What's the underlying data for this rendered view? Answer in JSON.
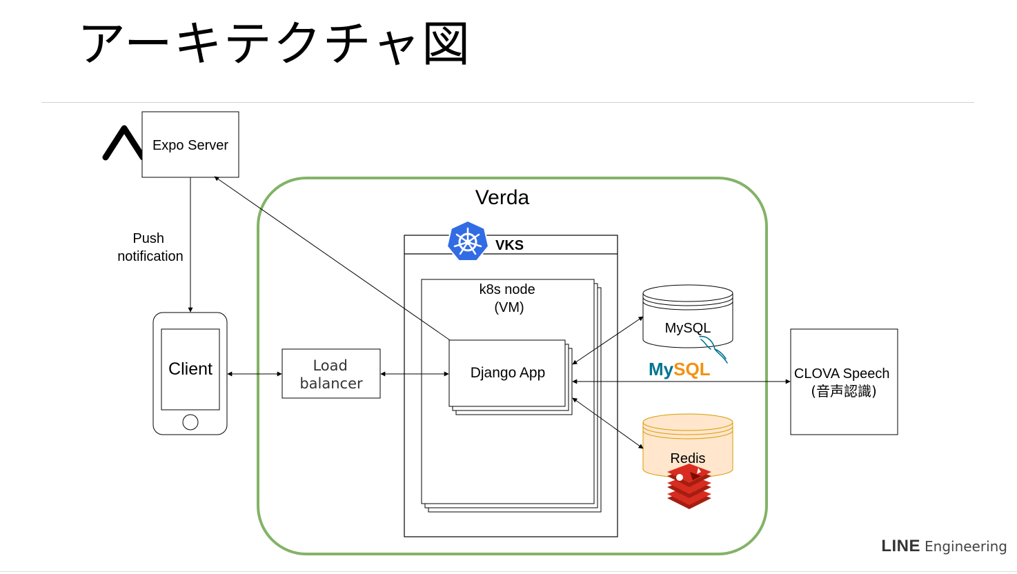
{
  "slide": {
    "title": "アーキテクチャ図"
  },
  "diagram": {
    "expo_server": "Expo Server",
    "push_label": [
      "Push",
      "notification"
    ],
    "client": "Client",
    "verda": "Verda",
    "vks": "VKS",
    "load_balancer": [
      "Load",
      "balancer"
    ],
    "k8s_node": [
      "k8s node",
      "(VM)"
    ],
    "django_app": "Django App",
    "mysql": "MySQL",
    "mysql_logo": "MySQL",
    "redis": "Redis",
    "clova": [
      "CLOVA Speech",
      "(音声認識)"
    ]
  },
  "colors": {
    "verda_border": "#82b366",
    "k8s_blue": "#326ce5",
    "mysql_blue": "#00758f",
    "mysql_orange": "#f29111",
    "redis_fill": "#ffe6cc",
    "redis_stroke": "#d79b00",
    "redis_red": "#d82c20"
  },
  "footer": {
    "brand": "LINE",
    "sub": "Engineering"
  }
}
